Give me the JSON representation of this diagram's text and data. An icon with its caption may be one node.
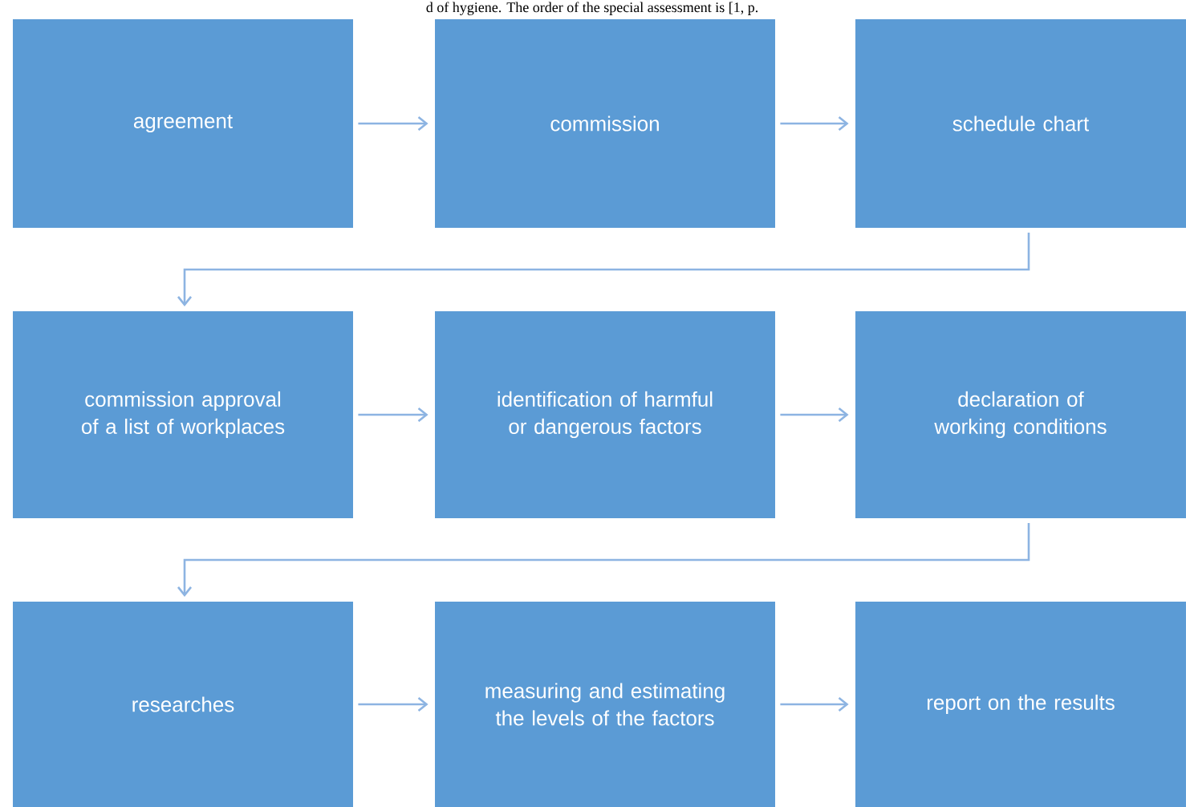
{
  "diagram": {
    "nodes": [
      {
        "text": [
          "agreement"
        ]
      },
      {
        "text": [
          "commission"
        ]
      },
      {
        "text": [
          "schedule chart"
        ]
      },
      {
        "text": [
          "commission approval of a list of workplaces"
        ]
      },
      {
        "text": [
          "identification of harmful or dangerous factors"
        ]
      },
      {
        "text": [
          "declaration of working conditions"
        ]
      },
      {
        "text": [
          "researches"
        ]
      },
      {
        "text": [
          "measuring and estimating the levels of the factors"
        ]
      },
      {
        "text": [
          "report on the results"
        ]
      }
    ],
    "edges": [
      {
        "from": 0,
        "to": 1,
        "arrow": "to"
      },
      {
        "from": 1,
        "to": 2,
        "arrow": "to"
      },
      {
        "from": 2,
        "to": 3,
        "arrow": "to"
      },
      {
        "from": 3,
        "to": 4,
        "arrow": "to"
      },
      {
        "from": 4,
        "to": 5,
        "arrow": "to"
      },
      {
        "from": 5,
        "to": 6,
        "arrow": "to"
      },
      {
        "from": 6,
        "to": 7,
        "arrow": "to"
      },
      {
        "from": 7,
        "to": 8,
        "arrow": "to"
      }
    ],
    "labels": [
      "d of hygiene. The order of the special assessment is [1, p."
    ]
  }
}
